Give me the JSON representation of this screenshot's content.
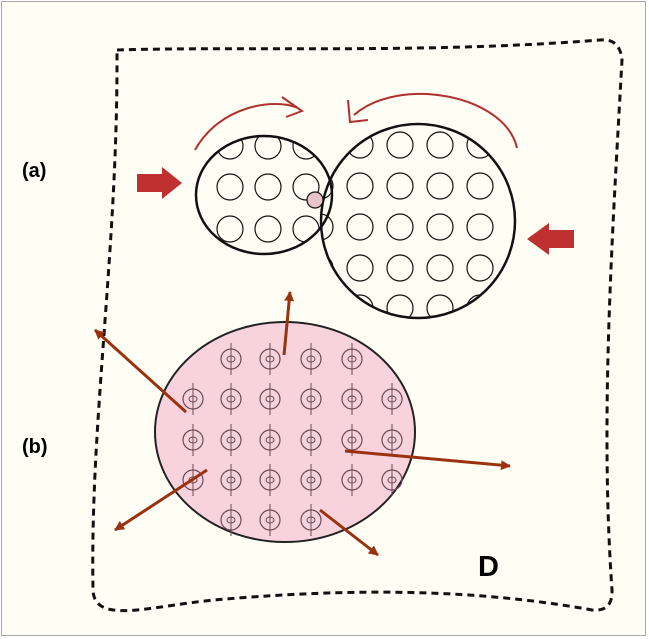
{
  "labels": {
    "panel_a": "(a)",
    "panel_b": "(b)",
    "domain": "D"
  },
  "colors": {
    "background": "#fffef4",
    "boundary": "#111111",
    "circle_stroke": "#111111",
    "arrow": "#b03030",
    "vector": "#9a3210",
    "fill_b": "#f8d3dd",
    "cell_b": "#6a4a58"
  }
}
